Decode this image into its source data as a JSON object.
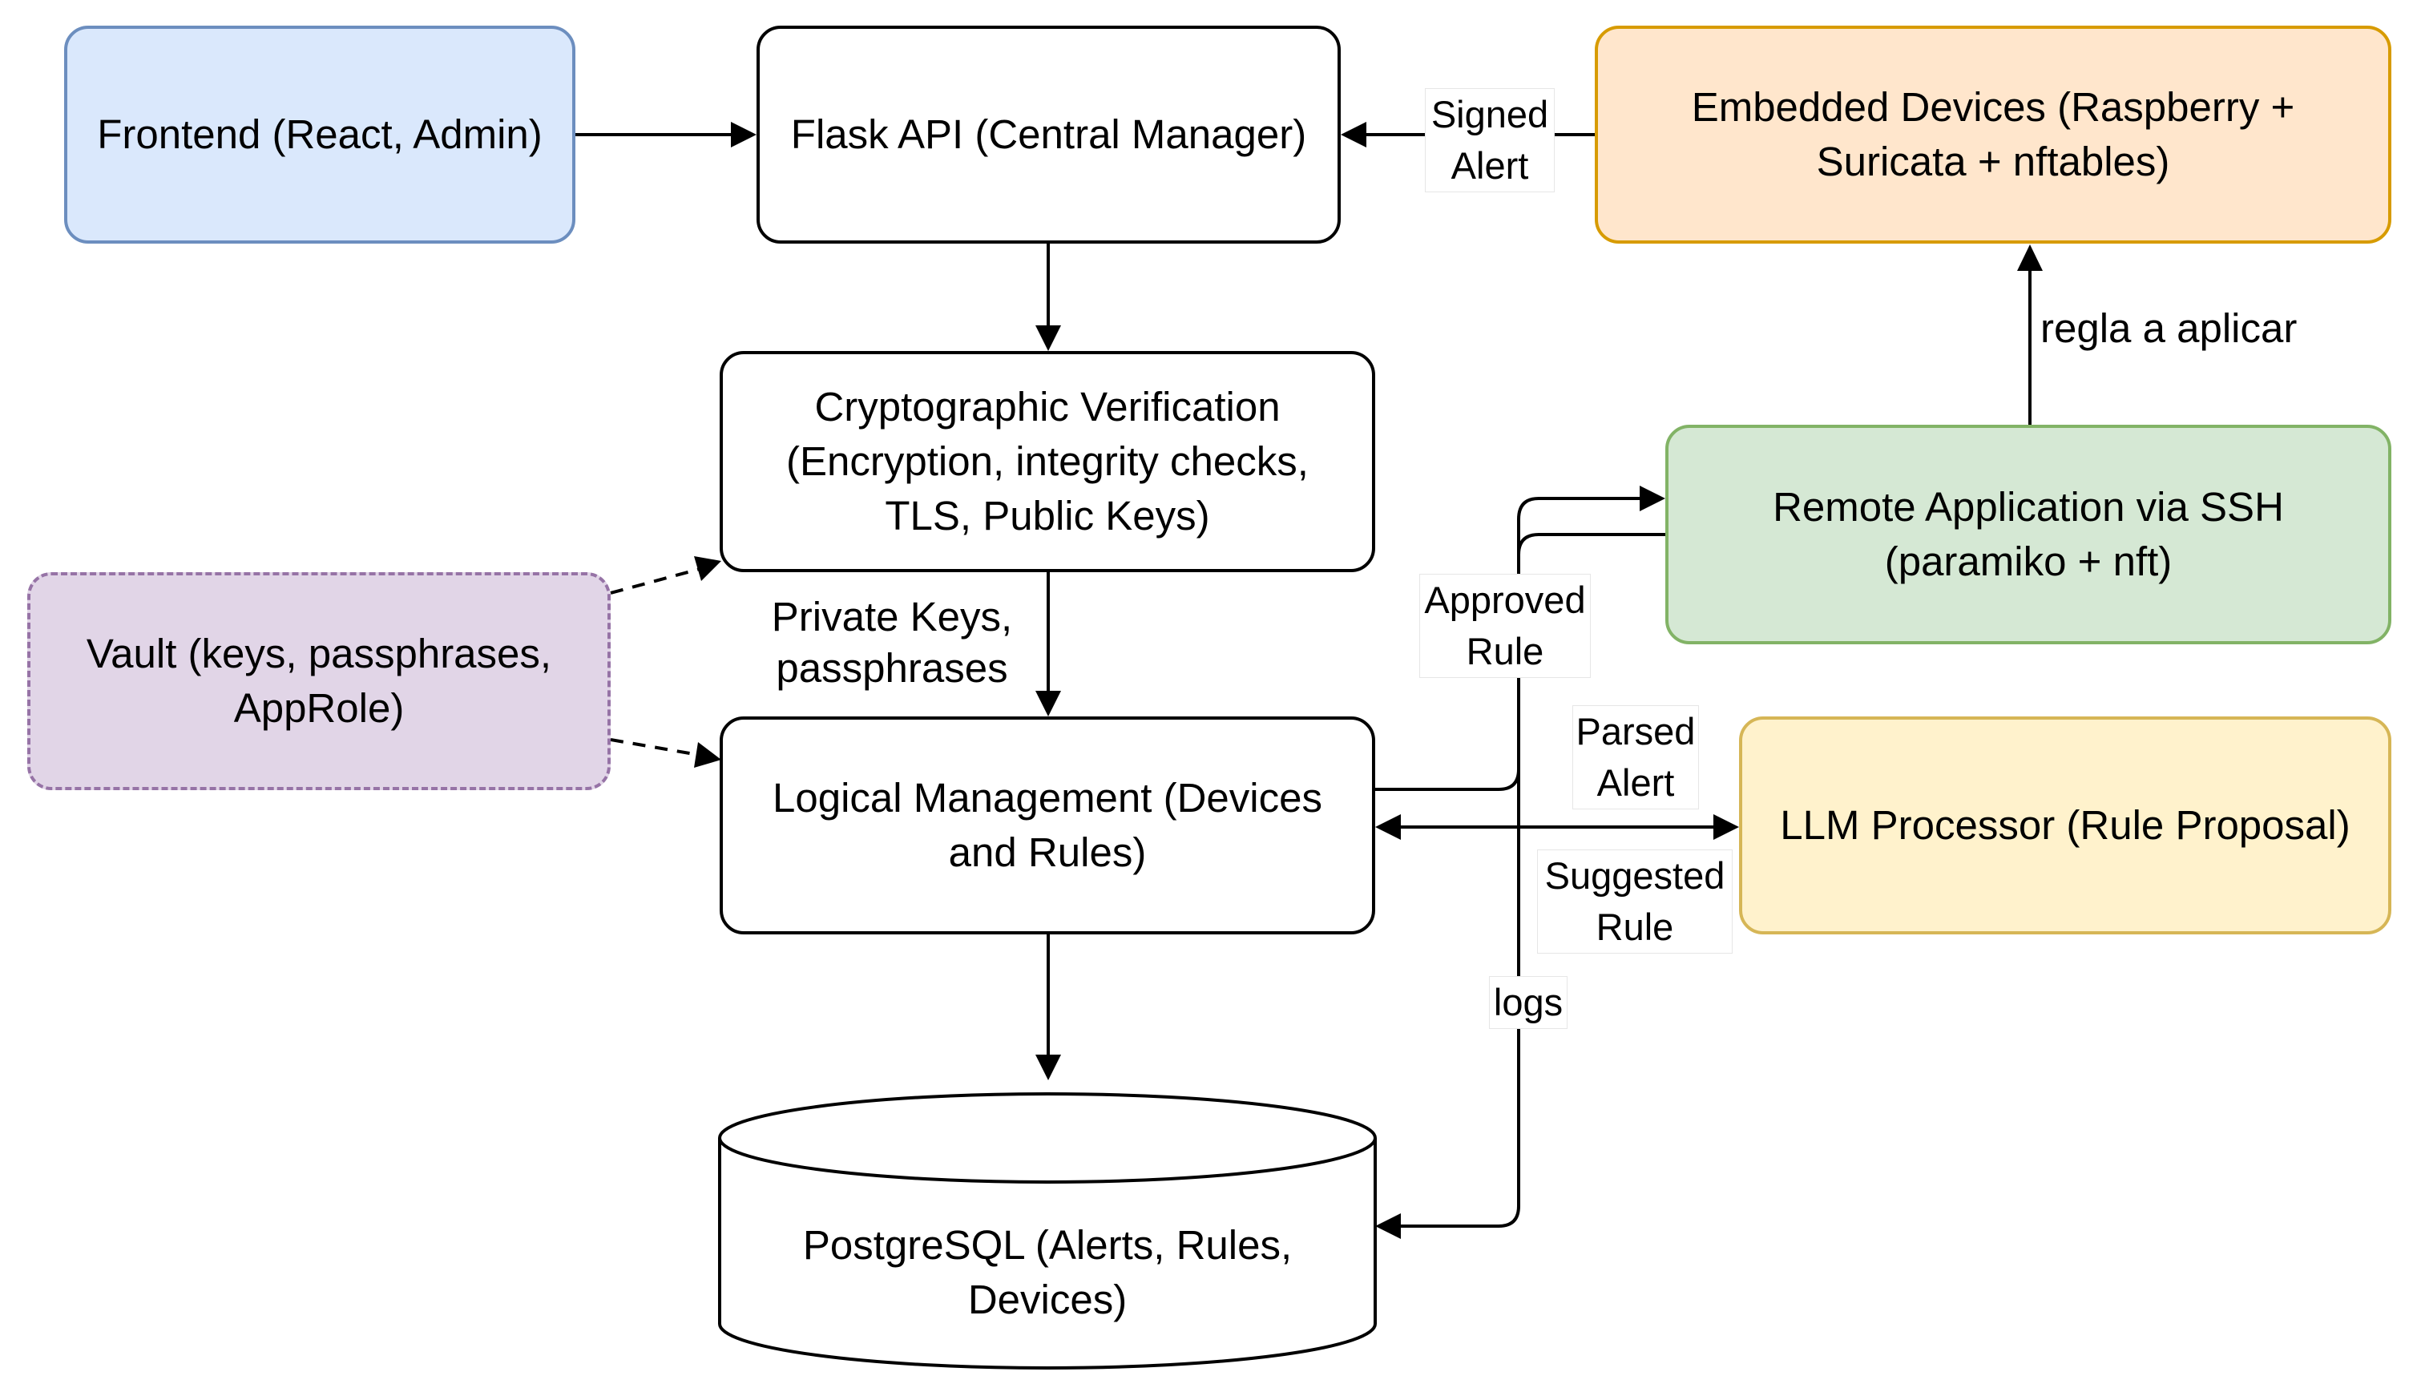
{
  "nodes": {
    "frontend": {
      "label": "Frontend (React, Admin)",
      "fill": "#dae8fc",
      "stroke": "#6c8ebf"
    },
    "flask": {
      "label": "Flask API (Central Manager)",
      "fill": "#ffffff",
      "stroke": "#000000"
    },
    "embedded": {
      "label": "Embedded Devices (Raspberry + Suricata + nftables)",
      "fill": "#ffe6cc",
      "stroke": "#d79b00"
    },
    "crypto": {
      "label": "Cryptographic Verification (Encryption, integrity checks, TLS, Public Keys)",
      "fill": "#ffffff",
      "stroke": "#000000"
    },
    "vault": {
      "label": "Vault (keys, passphrases, AppRole)",
      "fill": "#e1d5e7",
      "stroke": "#9673a6"
    },
    "remote": {
      "label": "Remote Application via SSH (paramiko + nft)",
      "fill": "#d5e8d4",
      "stroke": "#82b366"
    },
    "logical": {
      "label": "Logical Management (Devices and Rules)",
      "fill": "#ffffff",
      "stroke": "#000000"
    },
    "llm": {
      "label": "LLM Processor (Rule Proposal)",
      "fill": "#fff2cc",
      "stroke": "#d6b656"
    },
    "postgres": {
      "label": "PostgreSQL (Alerts, Rules, Devices)",
      "fill": "#ffffff",
      "stroke": "#000000"
    }
  },
  "edge_labels": {
    "signed_alert": "Signed Alert",
    "regla": "regla a aplicar",
    "private_keys": "Private Keys, passphrases",
    "approved_rule": "Approved Rule",
    "parsed_alert": "Parsed Alert",
    "suggested_rule": "Suggested Rule",
    "logs": "logs"
  }
}
